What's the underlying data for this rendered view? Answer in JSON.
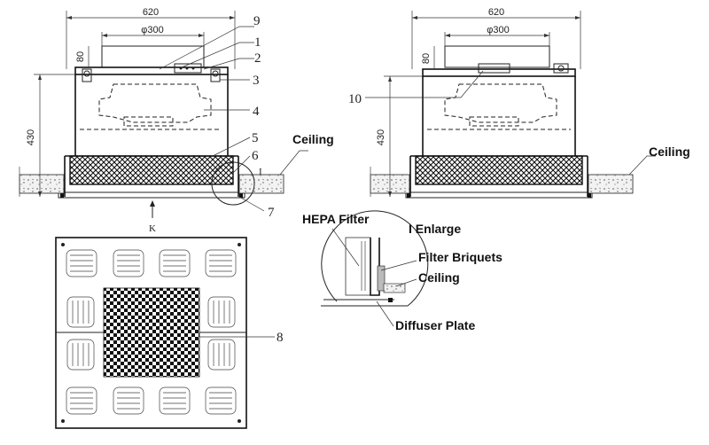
{
  "dimensions": {
    "width": "620",
    "diameter": "φ300",
    "height": "430",
    "depth": "80"
  },
  "callouts": [
    "1",
    "2",
    "3",
    "4",
    "5",
    "6",
    "7",
    "8",
    "9",
    "10"
  ],
  "view_marks": {
    "detail": "I",
    "arrow": "K"
  },
  "labels": {
    "ceiling": "Ceiling",
    "hepa_filter": "HEPA Filter",
    "enlarge": "I Enlarge",
    "filter_briquets": "Filter Briquets",
    "detail_ceiling": "Ceiling",
    "diffuser_plate": "Diffuser Plate"
  },
  "colors": {
    "line": "#222222",
    "background": "#ffffff"
  }
}
